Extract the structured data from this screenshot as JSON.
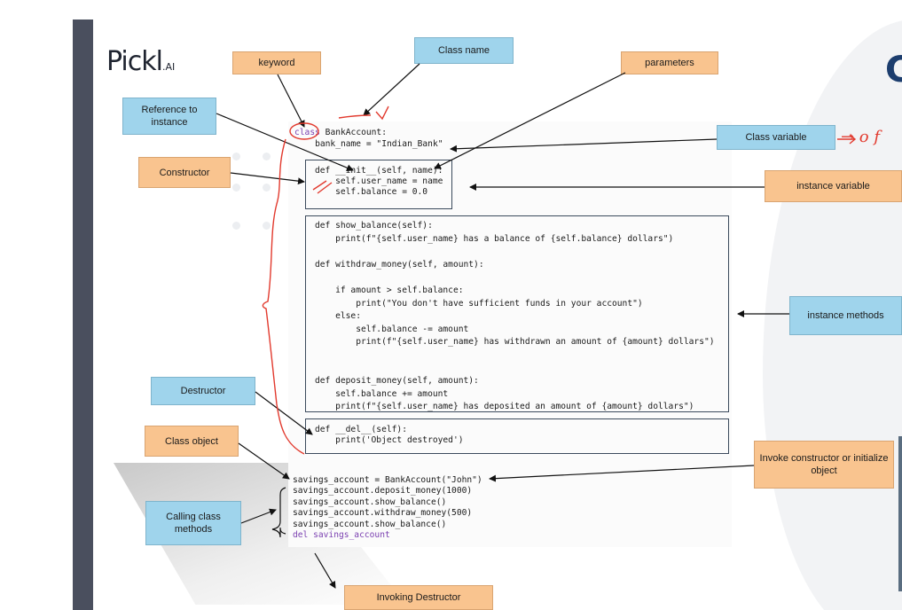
{
  "logo": {
    "main": "Pickl",
    "suffix": ".AI"
  },
  "heading_partial": "C",
  "handwritten_note": "→ o f",
  "labels": {
    "keyword": "keyword",
    "class_name": "Class name",
    "parameters": "parameters",
    "reference_to_instance": "Reference to instance",
    "constructor": "Constructor",
    "class_variable": "Class variable",
    "instance_variable": "instance variable",
    "instance_methods": "instance methods",
    "destructor": "Destructor",
    "class_object": "Class object",
    "calling_class_methods": "Calling class methods",
    "invoke_constructor": "Invoke constructor or initialize object",
    "invoking_destructor": "Invoking Destructor"
  },
  "code": {
    "class_kw": "class",
    "class_name": " BankAccount:",
    "class_var_line": "    bank_name = \"Indian_Bank\"",
    "init_lines": [
      "def __init__(self, name):",
      "    self.user_name = name",
      "    self.balance = 0.0"
    ],
    "methods_lines": [
      "def show_balance(self):",
      "    print(f\"{self.user_name} has a balance of {self.balance} dollars\")",
      "",
      "def withdraw_money(self, amount):",
      "",
      "    if amount > self.balance:",
      "        print(\"You don't have sufficient funds in your account\")",
      "    else:",
      "        self.balance -= amount",
      "        print(f\"{self.user_name} has withdrawn an amount of {amount} dollars\")",
      "",
      "",
      "def deposit_money(self, amount):",
      "    self.balance += amount",
      "    print(f\"{self.user_name} has deposited an amount of {amount} dollars\")"
    ],
    "del_lines": [
      "def __del__(self):",
      "    print('Object destroyed')"
    ],
    "usage_lines": [
      "savings_account = BankAccount(\"John\")",
      "savings_account.deposit_money(1000)",
      "savings_account.show_balance()",
      "savings_account.withdraw_money(500)",
      "savings_account.show_balance()",
      "del savings_account"
    ]
  },
  "colors": {
    "label_orange": "#f9c48f",
    "label_blue": "#9fd4ec",
    "annotation_red": "#e23a2e",
    "sidebar": "#4a4f5e"
  }
}
